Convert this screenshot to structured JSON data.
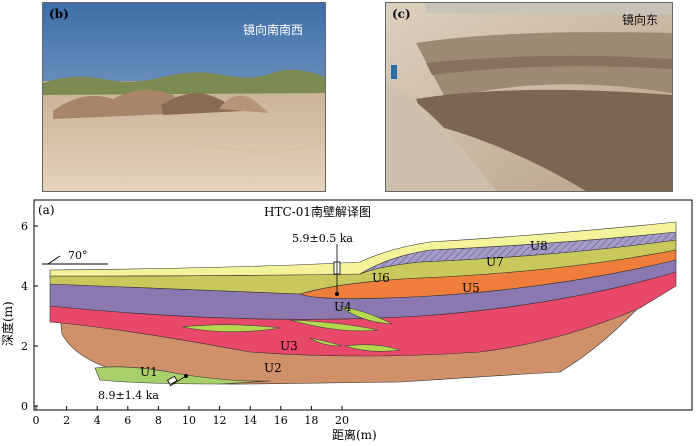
{
  "panel_b": {
    "label": "(b)",
    "direction": "镜向南南西"
  },
  "panel_c": {
    "label": "(c)",
    "direction": "镜向东"
  },
  "profile": {
    "label": "(a)",
    "title": "HTC-01南壁解译图",
    "dip": "70°",
    "xlabel": "距离(m)",
    "ylabel": "深度(m)",
    "xticks": [
      "0",
      "2",
      "4",
      "6",
      "8",
      "10",
      "12",
      "14",
      "16",
      "18",
      "20"
    ],
    "yticks": [
      "0",
      "2",
      "4",
      "6"
    ],
    "units": [
      "U1",
      "U2",
      "U3",
      "U4",
      "U5",
      "U6",
      "U7",
      "U8"
    ],
    "ages": [
      "5.9±0.5 ka",
      "8.9±1.4 ka"
    ]
  },
  "colors": {
    "U1": "#a8cf6a",
    "U2": "#d0906a",
    "U3": "#e8486a",
    "U4": "#8c78b0",
    "U5": "#ef7d3c",
    "U6": "#c9c85c",
    "U7": "#a69cc8",
    "U8": "#f4f29a",
    "lens": "#b4d84e"
  }
}
